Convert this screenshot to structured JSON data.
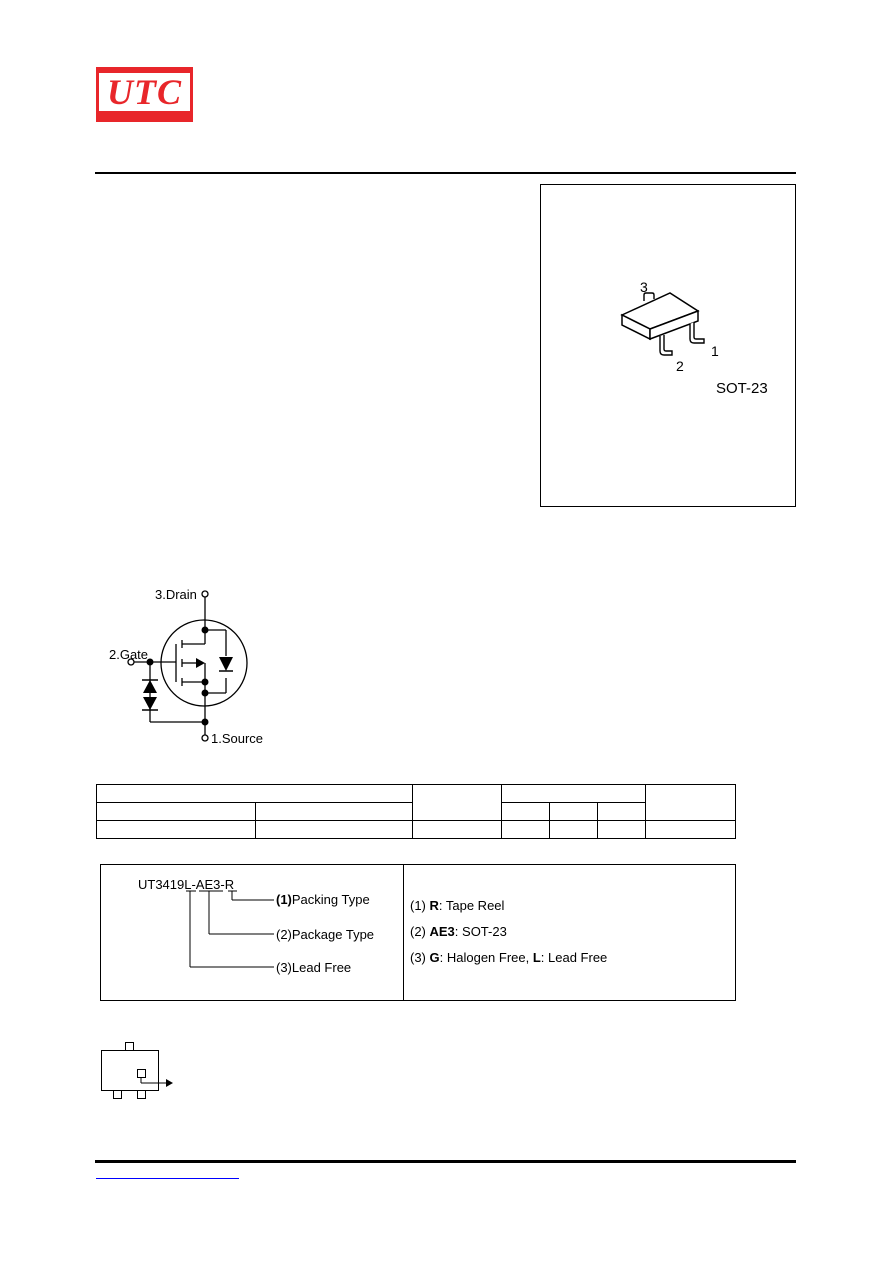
{
  "header": {
    "logo_text": "UTC",
    "brand_color": "#e8262a"
  },
  "package": {
    "pin3": "3",
    "pin1": "1",
    "pin2": "2",
    "name": "SOT-23"
  },
  "schematic": {
    "drain": "3.Drain",
    "gate": "2.Gate",
    "source": "1.Source"
  },
  "ordering": {
    "part_number": "UT3419L-AE3-R",
    "code_lines": [
      {
        "num": "(1)",
        "label": "Packing Type"
      },
      {
        "num": "(2)",
        "label": "Package Type"
      },
      {
        "num": "(3)",
        "label": "Lead Free"
      }
    ],
    "legend": [
      {
        "num": "(1) ",
        "key": "R",
        "value": ": Tape Reel"
      },
      {
        "num": "(2) ",
        "key": "AE3",
        "value": ": SOT-23"
      },
      {
        "num": "(3) ",
        "key": "G",
        "value": ": Halogen Free, ",
        "key2": "L",
        "value2": ": Lead Free"
      }
    ]
  },
  "footer": {
    "link_color": "#0000ff"
  }
}
